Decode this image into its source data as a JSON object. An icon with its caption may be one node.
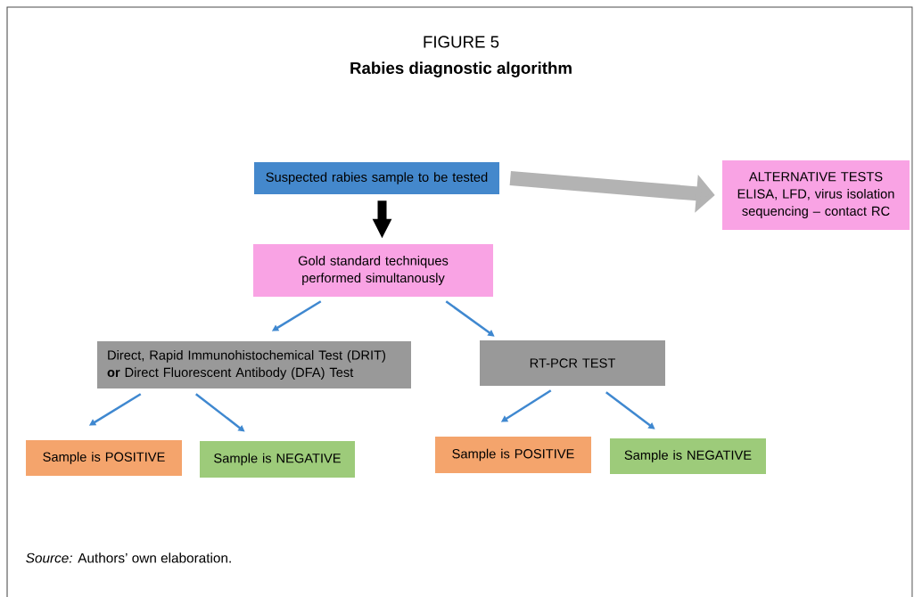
{
  "diagram": {
    "title": "Rabies diagnostic algorithm",
    "caption": "*Source:* Authors’ own elaboration.",
    "labels": [
      "FIGURE 5"
    ],
    "nodes": [
      {
        "text": [
          "Suspected rabies sample to be tested"
        ]
      },
      {
        "text": [
          "ALTERNATIVE TESTS",
          "ELISA, LFD, virus isolation sequencing – contact RC"
        ]
      },
      {
        "text": [
          "Gold standard techniques performed simultanously"
        ]
      },
      {
        "text": [
          "Direct, Rapid Immunohistochemical Test (DRIT) **or** Direct Fluorescent Antibody (DFA) Test"
        ]
      },
      {
        "text": [
          "RT-PCR TEST"
        ]
      },
      {
        "text": [
          "Sample is POSITIVE"
        ]
      },
      {
        "text": [
          "Sample is NEGATIVE"
        ]
      },
      {
        "text": [
          "Sample is POSITIVE"
        ]
      },
      {
        "text": [
          "Sample is NEGATIVE"
        ]
      }
    ],
    "edges": [
      {
        "from": 0,
        "to": 1,
        "arrow": "to",
        "style": "thick",
        "color": "#b3b3b3"
      },
      {
        "from": 0,
        "to": 2,
        "arrow": "to",
        "style": "thick",
        "color": "#000000"
      },
      {
        "from": 2,
        "to": 3,
        "arrow": "to"
      },
      {
        "from": 2,
        "to": 4,
        "arrow": "to"
      },
      {
        "from": 3,
        "to": 5,
        "arrow": "to"
      },
      {
        "from": 3,
        "to": 6,
        "arrow": "to"
      },
      {
        "from": 4,
        "to": 7,
        "arrow": "to"
      },
      {
        "from": 4,
        "to": 8,
        "arrow": "to"
      }
    ]
  }
}
